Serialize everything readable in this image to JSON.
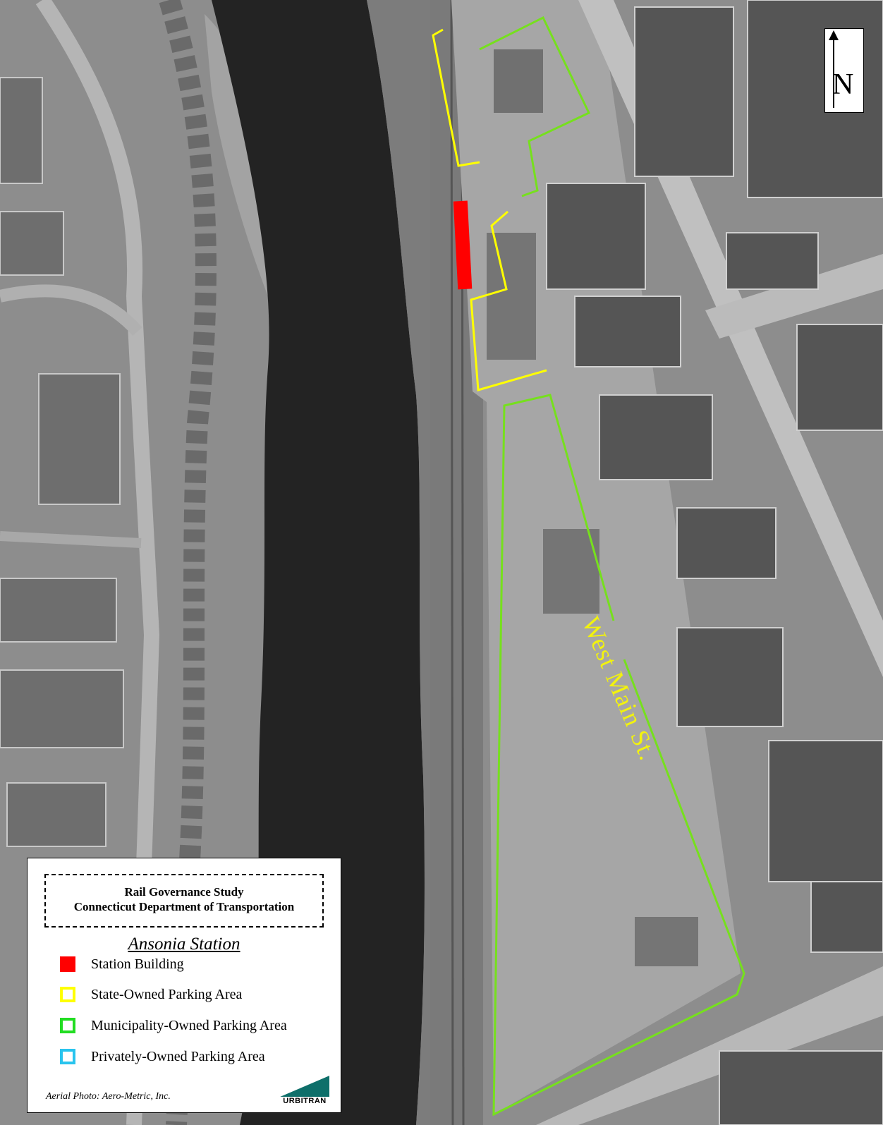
{
  "map": {
    "street_label": "West Main St.",
    "north_label": "N",
    "colors": {
      "station_building": "#ff0000",
      "state_parking": "#ffff00",
      "municipal_parking": "#76e01d",
      "private_parking": "#29c4ee",
      "street_label": "#f2f20e"
    }
  },
  "legend": {
    "title_line1": "Rail Governance Study",
    "title_line2": "Connecticut Department of Transportation",
    "heading": "Ansonia Station",
    "items": [
      {
        "label": "Station Building",
        "color": "#ff0000",
        "style": "filled"
      },
      {
        "label": "State-Owned Parking Area",
        "color": "#ffff00",
        "style": "outline"
      },
      {
        "label": "Municipality-Owned Parking Area",
        "color": "#22dd22",
        "style": "outline"
      },
      {
        "label": "Privately-Owned Parking Area",
        "color": "#29c4ee",
        "style": "outline"
      }
    ],
    "credit": "Aerial Photo: Aero-Metric, Inc.",
    "logo_text": "URBITRAN"
  }
}
